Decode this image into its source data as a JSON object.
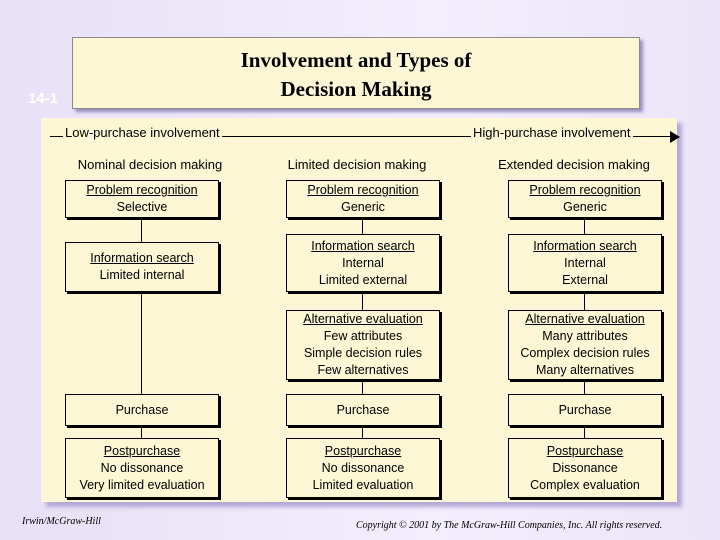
{
  "slide_number": "14-1",
  "title": {
    "line1": "Involvement and Types of",
    "line2": "Decision Making"
  },
  "axis": {
    "left_label": "Low-purchase involvement",
    "right_label": "High-purchase involvement"
  },
  "columns": [
    {
      "heading": "Nominal decision making",
      "problem": {
        "line1": "Problem recognition",
        "line2": "Selective"
      },
      "info": {
        "line1": "Information search",
        "line2": "Limited internal"
      },
      "purchase": "Purchase",
      "post": {
        "line1": "Postpurchase",
        "line2": "No dissonance",
        "line3": "Very limited evaluation"
      }
    },
    {
      "heading": "Limited decision making",
      "problem": {
        "line1": "Problem recognition",
        "line2": "Generic"
      },
      "info": {
        "line1": "Information search",
        "line2": "Internal",
        "line3": "Limited external"
      },
      "alt": {
        "line1": "Alternative evaluation",
        "line2": "Few attributes",
        "line3": "Simple decision rules",
        "line4": "Few alternatives"
      },
      "purchase": "Purchase",
      "post": {
        "line1": "Postpurchase",
        "line2": "No dissonance",
        "line3": "Limited evaluation"
      }
    },
    {
      "heading": "Extended decision making",
      "problem": {
        "line1": "Problem recognition",
        "line2": "Generic"
      },
      "info": {
        "line1": "Information search",
        "line2": "Internal",
        "line3": "External"
      },
      "alt": {
        "line1": "Alternative evaluation",
        "line2": "Many attributes",
        "line3": "Complex decision rules",
        "line4": "Many alternatives"
      },
      "purchase": "Purchase",
      "post": {
        "line1": "Postpurchase",
        "line2": "Dissonance",
        "line3": "Complex evaluation"
      }
    }
  ],
  "footer": {
    "left": "Irwin/McGraw-Hill",
    "right": "Copyright © 2001 by The McGraw-Hill Companies, Inc. All rights reserved."
  }
}
